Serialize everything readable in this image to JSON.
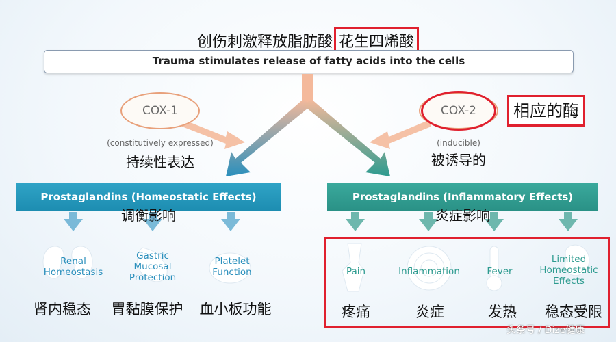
{
  "header": {
    "title_cn": "创伤刺激释放脂肪酸",
    "title_cn_highlight": "花生四烯酸",
    "banner_text": "Trauma stimulates release of fatty acids into the cells"
  },
  "cox1": {
    "label": "COX-1",
    "subtitle": "(constitutively expressed)",
    "subtitle_cn": "持续性表达"
  },
  "cox2": {
    "label": "COX-2",
    "subtitle": "(inducible)",
    "subtitle_cn": "被诱导的",
    "annotation_cn": "相应的酶"
  },
  "left_branch": {
    "bar_label": "Prostaglandins (Homeostatic Effects)",
    "bar_label_cn": "调衡影响",
    "effects": [
      {
        "label": "Renal\nHomeostasis",
        "label_cn": "肾内稳态",
        "icon": "kidney-icon"
      },
      {
        "label": "Gastric\nMucosal\nProtection",
        "label_cn": "胃黏膜保护",
        "icon": "stomach-icon"
      },
      {
        "label": "Platelet\nFunction",
        "label_cn": "血小板功能",
        "icon": "platelet-icon"
      }
    ]
  },
  "right_branch": {
    "bar_label": "Prostaglandins (Inflammatory Effects)",
    "bar_label_cn": "炎症影响",
    "effects": [
      {
        "label": "Pain",
        "label_cn": "疼痛",
        "icon": "joint-icon"
      },
      {
        "label": "Inflammation",
        "label_cn": "炎症",
        "icon": "target-rings-icon"
      },
      {
        "label": "Fever",
        "label_cn": "发热",
        "icon": "thermometer-icon"
      },
      {
        "label": "Limited\nHomeostatic\nEffects",
        "label_cn": "稳态受限",
        "icon": "kidney-stomach-icon"
      }
    ]
  },
  "watermark": "头条号 / Dize健康",
  "colors": {
    "left_bar": "#1d8db1",
    "right_bar": "#2a9186",
    "highlight": "#e0202e",
    "cox_border": "#e8a07a"
  }
}
